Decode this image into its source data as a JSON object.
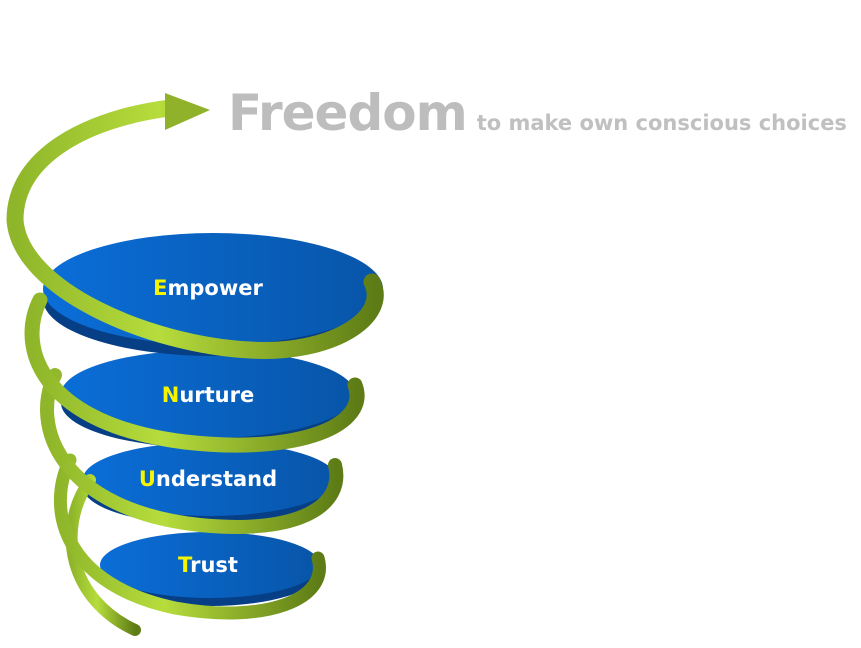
{
  "title": {
    "main": "Freedom",
    "subtitle": "to make own conscious choices"
  },
  "levels": [
    {
      "initial": "E",
      "rest": "mpower"
    },
    {
      "initial": "N",
      "rest": "urture"
    },
    {
      "initial": "U",
      "rest": "nderstand"
    },
    {
      "initial": "T",
      "rest": "rust"
    }
  ],
  "colors": {
    "disc": "#0a63c9",
    "disc_dark": "#063f86",
    "ribbon": "#9cc02d",
    "ribbon_dark": "#5b7a14",
    "title": "#bdbdbd",
    "initial": "#f5f500"
  }
}
